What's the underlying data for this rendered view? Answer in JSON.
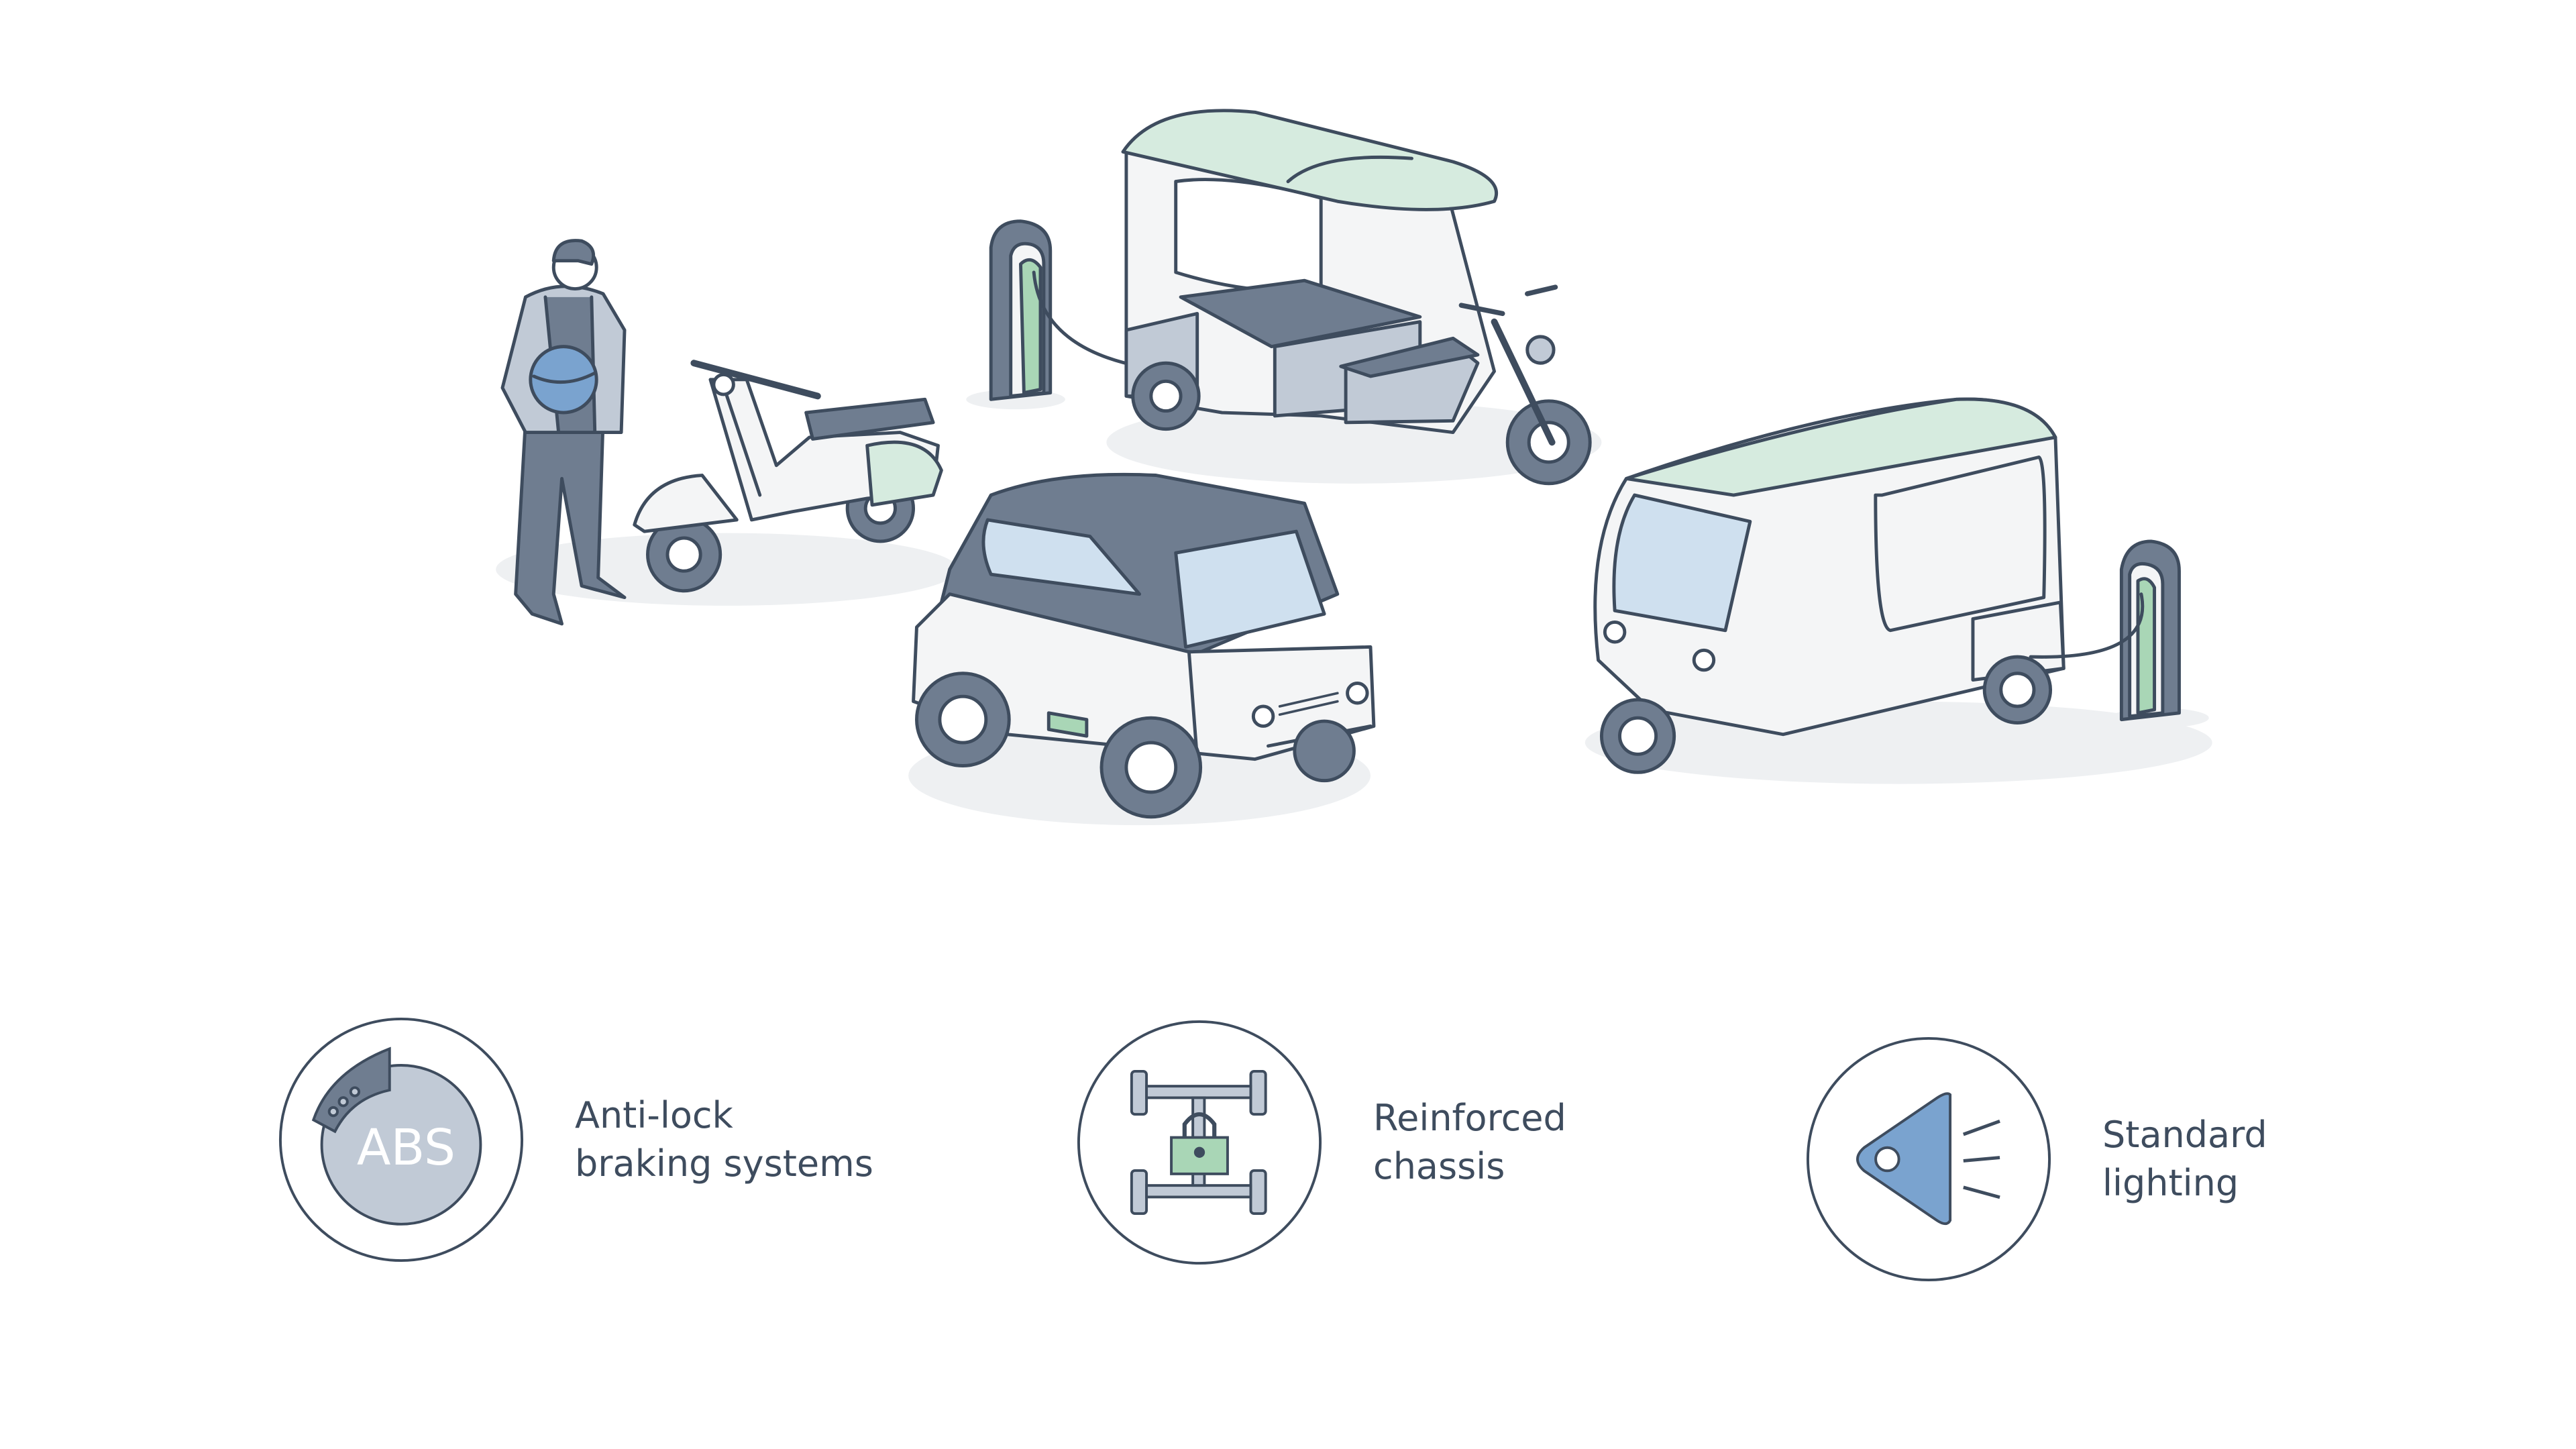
{
  "features": [
    {
      "icon": "abs-brake-icon",
      "badge": "ABS",
      "line1": "Anti-lock",
      "line2": "braking systems"
    },
    {
      "icon": "locked-chassis-icon",
      "line1": "Reinforced",
      "line2": "chassis"
    },
    {
      "icon": "headlight-icon",
      "line1": "Standard",
      "line2": "lighting"
    }
  ],
  "colors": {
    "outline": "#3e4c5e",
    "grey": "#c1cad6",
    "dark": "#6f7d90",
    "green": "#a9d6b6",
    "mint": "#d6ebdf",
    "blue": "#7aa3cf",
    "glass": "#cfe0ef"
  }
}
